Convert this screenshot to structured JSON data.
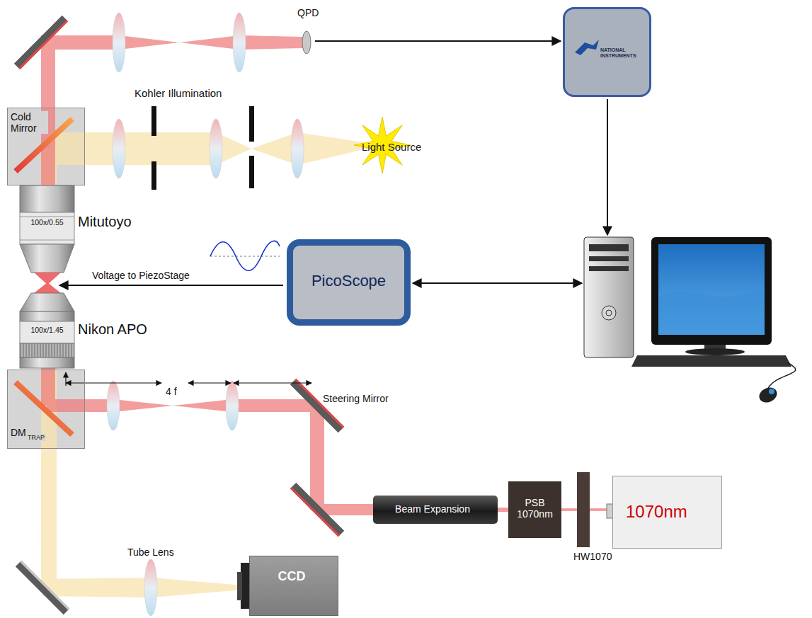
{
  "diagram": {
    "nodes": [
      {
        "text": [
          "QPD"
        ]
      },
      {
        "text": [
          "NATIONAL INSTRUMENTS"
        ]
      },
      {
        "text": [
          "Cold Mirror"
        ]
      },
      {
        "text": [
          "Light Source"
        ]
      },
      {
        "text": [
          "100x/0.55",
          "Mitutoyo"
        ]
      },
      {
        "text": [
          "PicoScope"
        ]
      },
      {
        "text": []
      },
      {
        "text": [
          "100x/1.45",
          "Nikon APO"
        ]
      },
      {
        "text": [
          "DM",
          "TRAP"
        ]
      },
      {
        "text": [
          "Beam Expansion"
        ]
      },
      {
        "text": [
          "PSB 1070nm"
        ]
      },
      {
        "text": [
          "1070nm"
        ]
      },
      {
        "text": [
          "CCD"
        ]
      }
    ],
    "edges": [
      {
        "from": 0,
        "to": 1,
        "arrow": "to"
      },
      {
        "from": 1,
        "to": 6,
        "arrow": "to"
      },
      {
        "from": 5,
        "to": 6,
        "arrow": "both"
      }
    ],
    "labels": [
      "Kohler Illumination",
      "Voltage to PiezoStage",
      "4 f",
      "Steering Mirror",
      "HW1070",
      "Tube Lens"
    ]
  }
}
